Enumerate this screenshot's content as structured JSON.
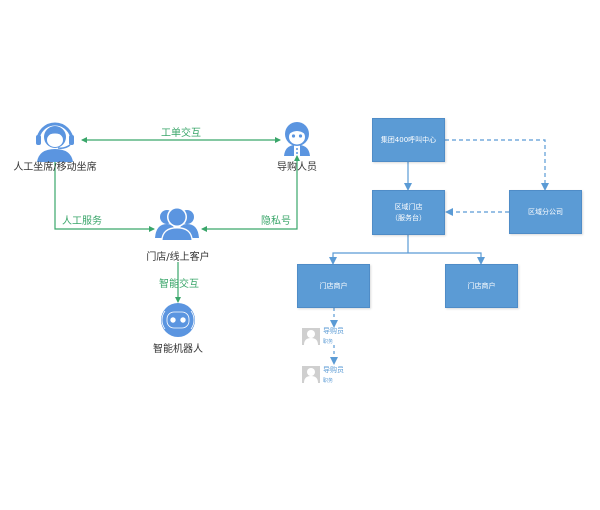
{
  "left_diagram": {
    "nodes": {
      "agent": {
        "label": "人工坐席/移动坐席",
        "icon": "headset-agent-icon"
      },
      "shopping_guide": {
        "label": "导购人员",
        "icon": "shopping-guide-icon"
      },
      "customer": {
        "label": "门店/线上客户",
        "icon": "user-group-icon"
      },
      "robot": {
        "label": "智能机器人",
        "icon": "robot-icon"
      }
    },
    "edges": {
      "work_order": "工单交互",
      "manual_service": "人工服务",
      "privacy_number": "隐私号",
      "smart_interaction": "智能交互"
    },
    "colors": {
      "icon": "#5b95e0",
      "edge": "#3aa66a"
    }
  },
  "right_diagram": {
    "boxes": {
      "call_center": "集团400呼叫中心",
      "regional_store_line1": "区域门店",
      "regional_store_line2": "（服务台）",
      "regional_branch": "区域分公司",
      "store_merchant_a": "门店商户",
      "store_merchant_b": "门店商户"
    },
    "staff": [
      {
        "name": "导购员",
        "role": "职务"
      },
      {
        "name": "导购员",
        "role": "职务"
      }
    ],
    "colors": {
      "box": "#5b9bd5",
      "line": "#5b9bd5"
    }
  }
}
